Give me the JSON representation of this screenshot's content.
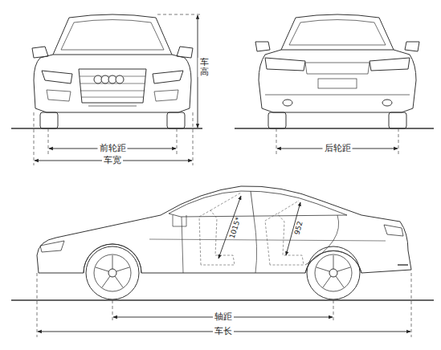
{
  "diagram": {
    "labels": [
      "车高",
      "前轮距",
      "车宽",
      "后轮距",
      "1015*",
      "952",
      "轴距",
      "车长"
    ]
  }
}
